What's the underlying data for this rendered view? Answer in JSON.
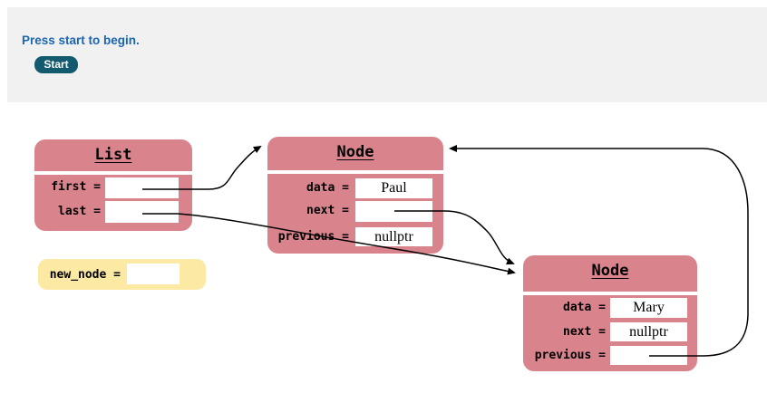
{
  "app": {
    "message": "Press start to begin.",
    "start_button": "Start"
  },
  "colors": {
    "node_pink": "#d9838c",
    "new_node_yellow": "#fce9a4",
    "button_teal": "#135a6e",
    "message_blue": "#1a66b3",
    "topbar_gray": "#f1f1f1",
    "arrow_black": "#000000"
  },
  "diagram": {
    "list": {
      "title": "List",
      "fields": [
        {
          "label": "first =",
          "value": ""
        },
        {
          "label": "last =",
          "value": ""
        }
      ]
    },
    "node_paul": {
      "title": "Node",
      "fields": [
        {
          "label": "data =",
          "value": "Paul"
        },
        {
          "label": "next =",
          "value": ""
        },
        {
          "label": "previous =",
          "value": "nullptr"
        }
      ]
    },
    "node_mary": {
      "title": "Node",
      "fields": [
        {
          "label": "data =",
          "value": "Mary"
        },
        {
          "label": "next =",
          "value": "nullptr"
        },
        {
          "label": "previous =",
          "value": ""
        }
      ]
    },
    "new_node": {
      "label": "new_node =",
      "value": ""
    },
    "pointers": [
      "list.first → node_paul",
      "list.last → node_mary",
      "node_paul.next → node_mary",
      "node_mary.previous → node_paul"
    ]
  }
}
